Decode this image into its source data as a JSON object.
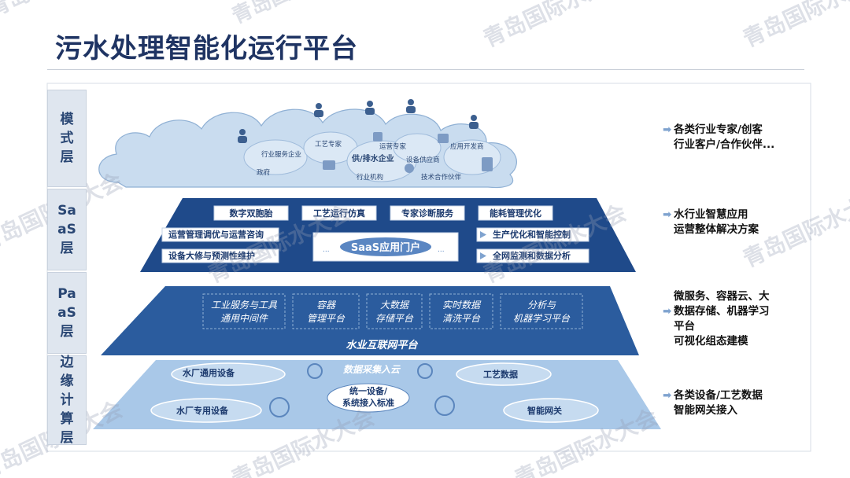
{
  "title": "污水处理智能化运行平台",
  "watermark": [
    "青岛国际水大会"
  ],
  "layers": [
    {
      "label": "模式层"
    },
    {
      "label": "SaaS层"
    },
    {
      "label": "PaaS层"
    },
    {
      "label": "边缘计算层"
    }
  ],
  "model_layer": {
    "nodes": [
      "行业服务企业",
      "工艺专家",
      "运营专家",
      "应用开发商",
      "供/排水企业",
      "设备供应商",
      "政府",
      "行业机构",
      "技术合作伙伴"
    ]
  },
  "saas_layer": {
    "portal": "SaaS应用门户",
    "dots": "...",
    "top_boxes": [
      "数字双胞胎",
      "工艺运行仿真",
      "专家诊断服务",
      "能耗管理优化"
    ],
    "left_boxes": [
      "运营管理调优与运营咨询",
      "设备大修与预测性维护"
    ],
    "right_boxes": [
      "生产优化和智能控制",
      "全网监测和数据分析"
    ]
  },
  "paas_layer": {
    "items": [
      {
        "line1": "工业服务与工具",
        "line2": "通用中间件"
      },
      {
        "line1": "容器",
        "line2": "管理平台"
      },
      {
        "line1": "大数据",
        "line2": "存储平台"
      },
      {
        "line1": "实时数据",
        "line2": "清洗平台"
      },
      {
        "line1": "分析与",
        "line2": "机器学习平台"
      }
    ],
    "platform": "水业互联网平台"
  },
  "edge_layer": {
    "center_title": "数据采集入云",
    "center_box": {
      "line1": "统一设备/",
      "line2": "系统接入标准"
    },
    "labels": [
      "水厂通用设备",
      "工艺数据",
      "水厂专用设备",
      "智能网关"
    ]
  },
  "descriptions": [
    [
      "各类行业专家/创客",
      "行业客户/合作伙伴..."
    ],
    [
      "水行业智慧应用",
      "运营整体解决方案"
    ],
    [
      "微服务、容器云、大",
      "数据存储、机器学习",
      "平台",
      "可视化组态建模"
    ],
    [
      "各类设备/工艺数据",
      "智能网关接入"
    ]
  ],
  "colors": {
    "title": "#1f3463",
    "saas_band": "#1f4a8a",
    "paas_band": "#2b5c9e",
    "edge_band": "#a9c8e8",
    "cloud": "#c9dcef",
    "desc_arrow": "#7fa3cf"
  }
}
